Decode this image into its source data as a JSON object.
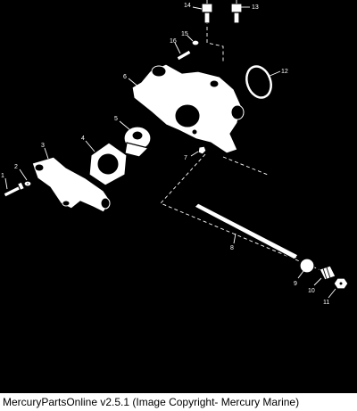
{
  "diagram": {
    "callouts": [
      "1",
      "2",
      "3",
      "4",
      "5",
      "6",
      "7",
      "8",
      "9",
      "10",
      "11",
      "12",
      "13",
      "14",
      "15",
      "16"
    ]
  },
  "footer": {
    "caption": "MercuryPartsOnline v2.5.1 (Image Copyright- Mercury Marine)"
  }
}
